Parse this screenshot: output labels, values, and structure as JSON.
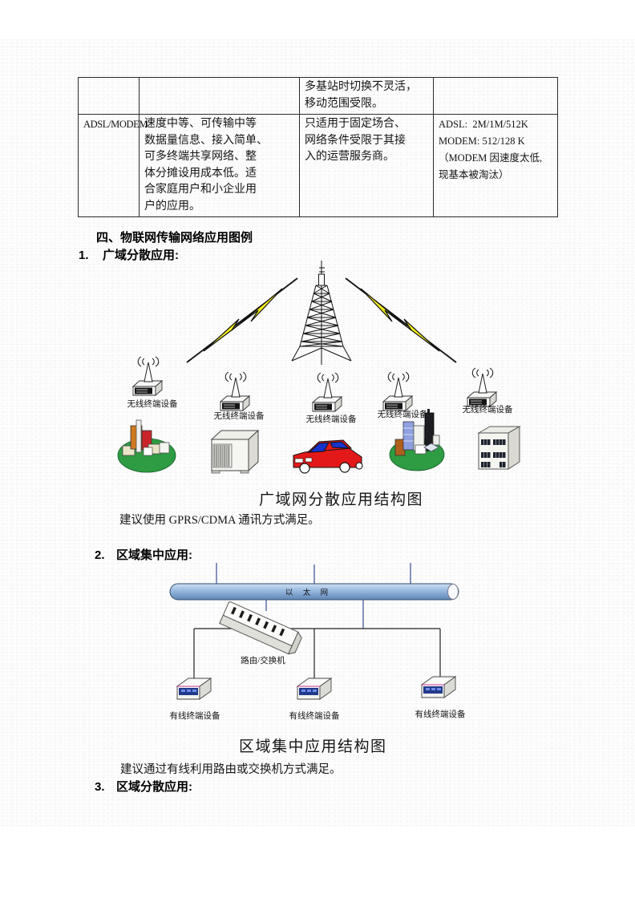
{
  "table": {
    "row1": {
      "c3_lines": [
        "多基站时切换不灵活，",
        "移动范围受限。"
      ]
    },
    "row2": {
      "c1": "ADSL/MODEM",
      "c2_lines": [
        "速度中等、可传输中等",
        "数据量信息、接入简单、",
        "可多终端共享网络、整",
        "体分摊设用成本低。适",
        "合家庭用户和小企业用",
        "户的应用。"
      ],
      "c3_lines": [
        "只适用于固定场合、",
        "网络条件受限于其接",
        "入的运营服务商。"
      ],
      "c4_lines": [
        "ADSL:  2M/1M/512K",
        "MODEM: 512/128 K",
        "（MODEM 因速度太低,",
        "现基本被淘汰）"
      ]
    }
  },
  "headings": {
    "section4": "四、物联网传输网络应用图例",
    "item1_num": "1.",
    "item1_label": "广域分散应用:",
    "item2_num": "2.",
    "item2_label": "区域集中应用:",
    "item3_num": "3.",
    "item3_label": "区域分散应用:"
  },
  "diagram1": {
    "wireless_label": "无线终端设备",
    "caption": "广域网分散应用结构图",
    "advice": "建议使用 GPRS/CDMA 通讯方式满足。"
  },
  "diagram2": {
    "ethernet_label": "以 太 网",
    "router_label": "路由/交换机",
    "wired_label": "有线终端设备",
    "caption": "区域集中应用结构图",
    "advice": "建议通过有线利用路由或交换机方式满足。"
  },
  "colors": {
    "lightning_yellow": "#f6f21a",
    "ground_green": "#2e9c42",
    "car_red": "#e31919",
    "glass_blue": "#1633cc",
    "ethernet_blue": "#7da3d4",
    "connector_slate": "#5f6fa5",
    "device_panel_navy": "#223a8c",
    "port_blue": "#6f8fe8",
    "edge_magenta": "#cc3b9e"
  }
}
